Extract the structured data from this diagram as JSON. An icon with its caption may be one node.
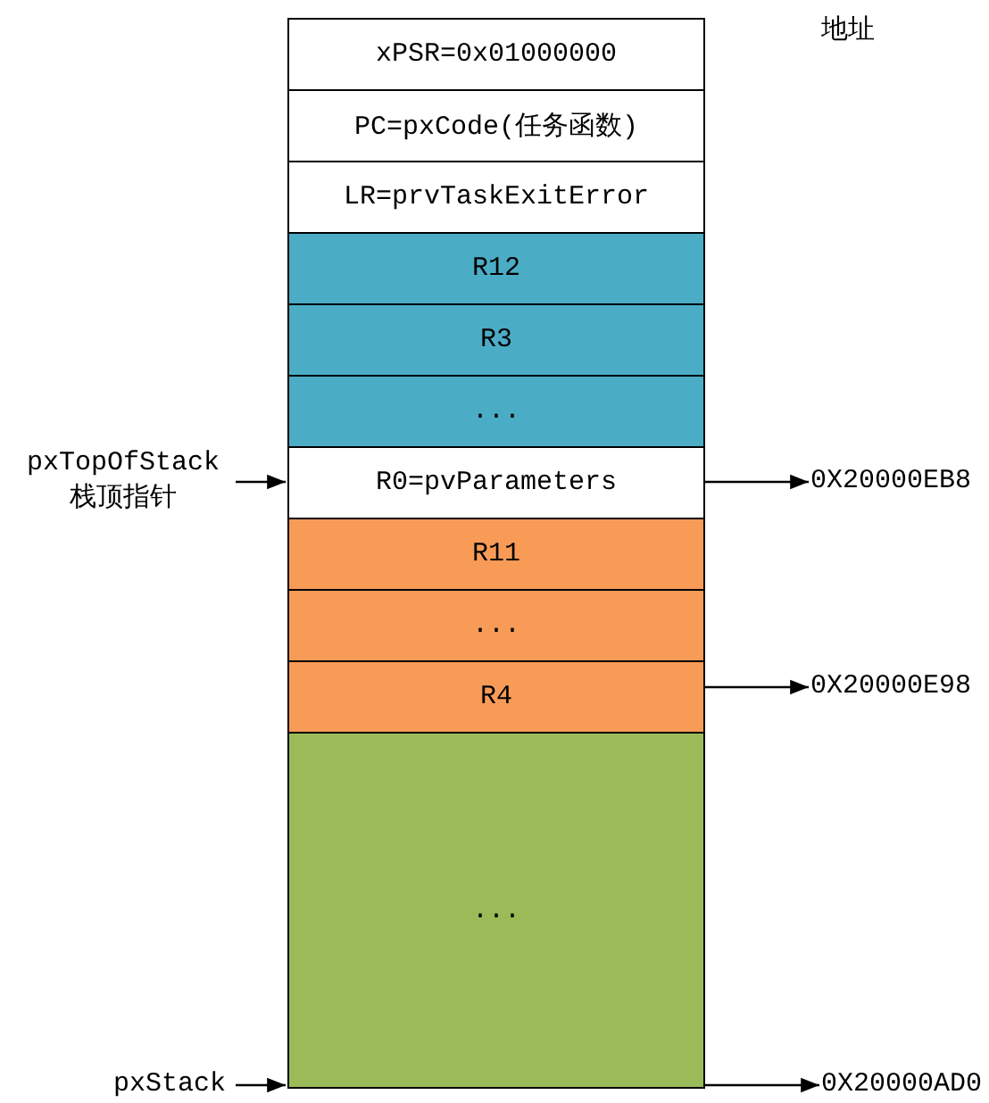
{
  "diagram": {
    "nodes": [
      {
        "text": [
          "xPSR=0x01000000"
        ]
      },
      {
        "text": [
          "PC=pxCode(任务函数)"
        ]
      },
      {
        "text": [
          "LR=prvTaskExitError"
        ]
      },
      {
        "text": [
          "R12"
        ]
      },
      {
        "text": [
          "R3"
        ]
      },
      {
        "text": [
          "..."
        ]
      },
      {
        "text": [
          "R0=pvParameters"
        ]
      },
      {
        "text": [
          "R11"
        ]
      },
      {
        "text": [
          "..."
        ]
      },
      {
        "text": [
          "R4"
        ]
      },
      {
        "text": [
          "..."
        ]
      },
      {
        "text": [
          "pxTopOfStack",
          "栈顶指针"
        ]
      },
      {
        "text": [
          "0X20000EB8"
        ]
      },
      {
        "text": [
          "0X20000E98"
        ]
      },
      {
        "text": [
          "pxStack"
        ]
      },
      {
        "text": [
          "0X20000AD0"
        ]
      }
    ],
    "edges": [
      {
        "from": 11,
        "to": 6,
        "arrow": "to"
      },
      {
        "from": 6,
        "to": 12,
        "arrow": "to"
      },
      {
        "from": 9,
        "to": 13,
        "arrow": "to"
      },
      {
        "from": 14,
        "to": 10,
        "arrow": "to"
      },
      {
        "from": 10,
        "to": 15,
        "arrow": "to"
      }
    ],
    "labels": [
      "地址"
    ]
  }
}
